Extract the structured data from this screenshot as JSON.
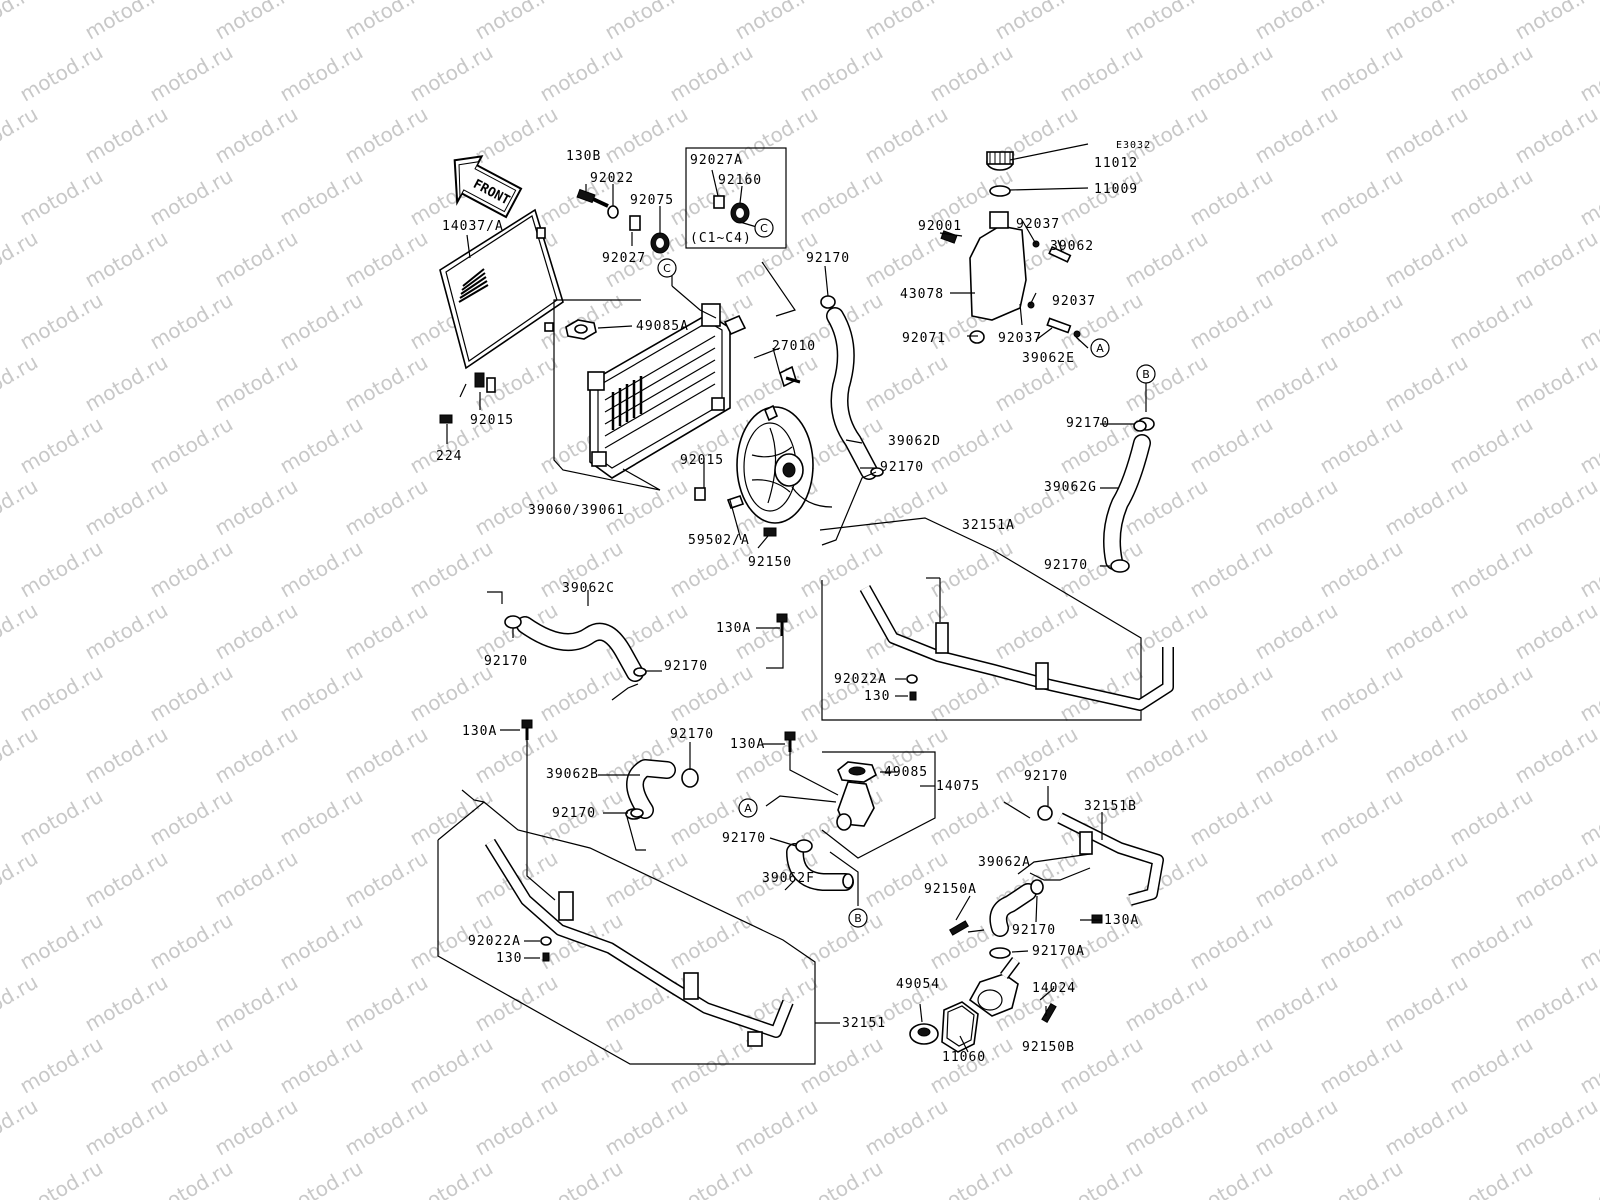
{
  "diagram_code": "E3032",
  "front_arrow_label": "FRONT",
  "watermark": "motod.ru",
  "group_note": "(C1~C4)",
  "callouts": {
    "a": "A",
    "b": "B",
    "c": "C"
  },
  "parts": {
    "p130B": "130B",
    "p92022": "92022",
    "p92027": "92027",
    "p92075": "92075",
    "p92027A": "92027A",
    "p92160": "92160",
    "p14037A": "14037/A",
    "p49085A": "49085A",
    "p27010": "27010",
    "p92015a": "92015",
    "p224": "224",
    "p39060": "39060/39061",
    "p92015b": "92015",
    "p59502A": "59502/A",
    "p92150": "92150",
    "p92170a": "92170",
    "p39062D": "39062D",
    "p92170b": "92170",
    "p11012": "11012",
    "p11009": "11009",
    "p92001": "92001",
    "p92037a": "92037",
    "p39062": "39062",
    "p43078": "43078",
    "p92037b": "92037",
    "p92071": "92071",
    "p92037c": "92037",
    "p39062E": "39062E",
    "p92170c": "92170",
    "p39062G": "39062G",
    "p32151A": "32151A",
    "p92170d": "92170",
    "p39062C": "39062C",
    "p92170e": "92170",
    "p92170f": "92170",
    "p130Aa": "130A",
    "p92022Aa": "92022A",
    "p130a": "130",
    "p130Ab": "130A",
    "p39062B": "39062B",
    "p92170g": "92170",
    "p92170h": "92170",
    "p130Ac": "130A",
    "p49085": "49085",
    "p14075": "14075",
    "p92170i": "92170",
    "p39062F": "39062F",
    "p92022Ab": "92022A",
    "p130b": "130",
    "p32151": "32151",
    "p92170j": "92170",
    "p32151B": "32151B",
    "p39062A": "39062A",
    "p92150A": "92150A",
    "p92170k": "92170",
    "p130Ad": "130A",
    "p92170A": "92170A",
    "p49054": "49054",
    "p14024": "14024",
    "p11060": "11060",
    "p92150B": "92150B"
  }
}
